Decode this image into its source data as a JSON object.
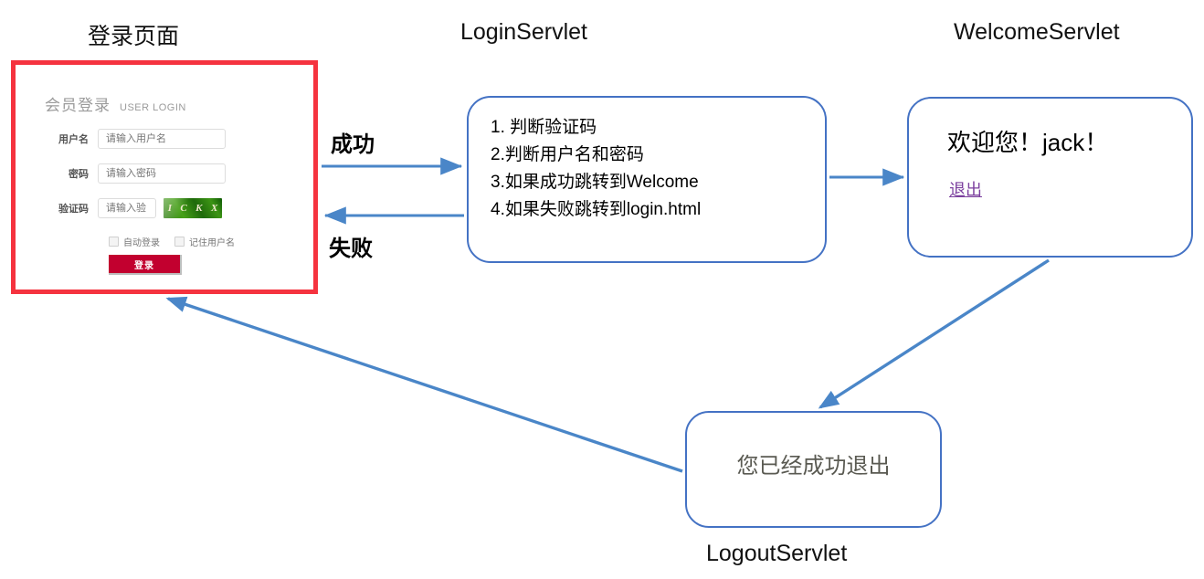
{
  "diagram": {
    "titles": {
      "login_page": "登录页面",
      "login_servlet": "LoginServlet",
      "welcome_servlet": "WelcomeServlet",
      "logout_servlet": "LogoutServlet"
    },
    "arrow_labels": {
      "success": "成功",
      "failure": "失败"
    },
    "colors": {
      "arrow_blue": "#4a86c8",
      "box_border_blue": "#4472c4",
      "highlight_red": "#f5333f",
      "button_red": "#c2002f",
      "link_purple": "#7b3f9e"
    }
  },
  "login_page": {
    "heading_cn": "会员登录",
    "heading_en": "USER LOGIN",
    "fields": [
      {
        "label": "用户名",
        "placeholder": "请输入用户名"
      },
      {
        "label": "密码",
        "placeholder": "请输入密码"
      },
      {
        "label": "验证码",
        "placeholder": "请输入验"
      }
    ],
    "captcha": {
      "characters": [
        "I",
        "C",
        "K",
        "X"
      ],
      "text": "ICKX"
    },
    "checkboxes": [
      {
        "label": "自动登录",
        "checked": false
      },
      {
        "label": "记住用户名",
        "checked": false
      }
    ],
    "submit_label": "登录"
  },
  "login_servlet": {
    "steps": [
      "1. 判断验证码",
      "2.判断用户名和密码",
      "3.如果成功跳转到Welcome",
      "4.如果失败跳转到login.html"
    ]
  },
  "welcome_servlet": {
    "greeting": "欢迎您！jack！",
    "logout_link": "退出"
  },
  "logout_servlet": {
    "message": "您已经成功退出"
  }
}
